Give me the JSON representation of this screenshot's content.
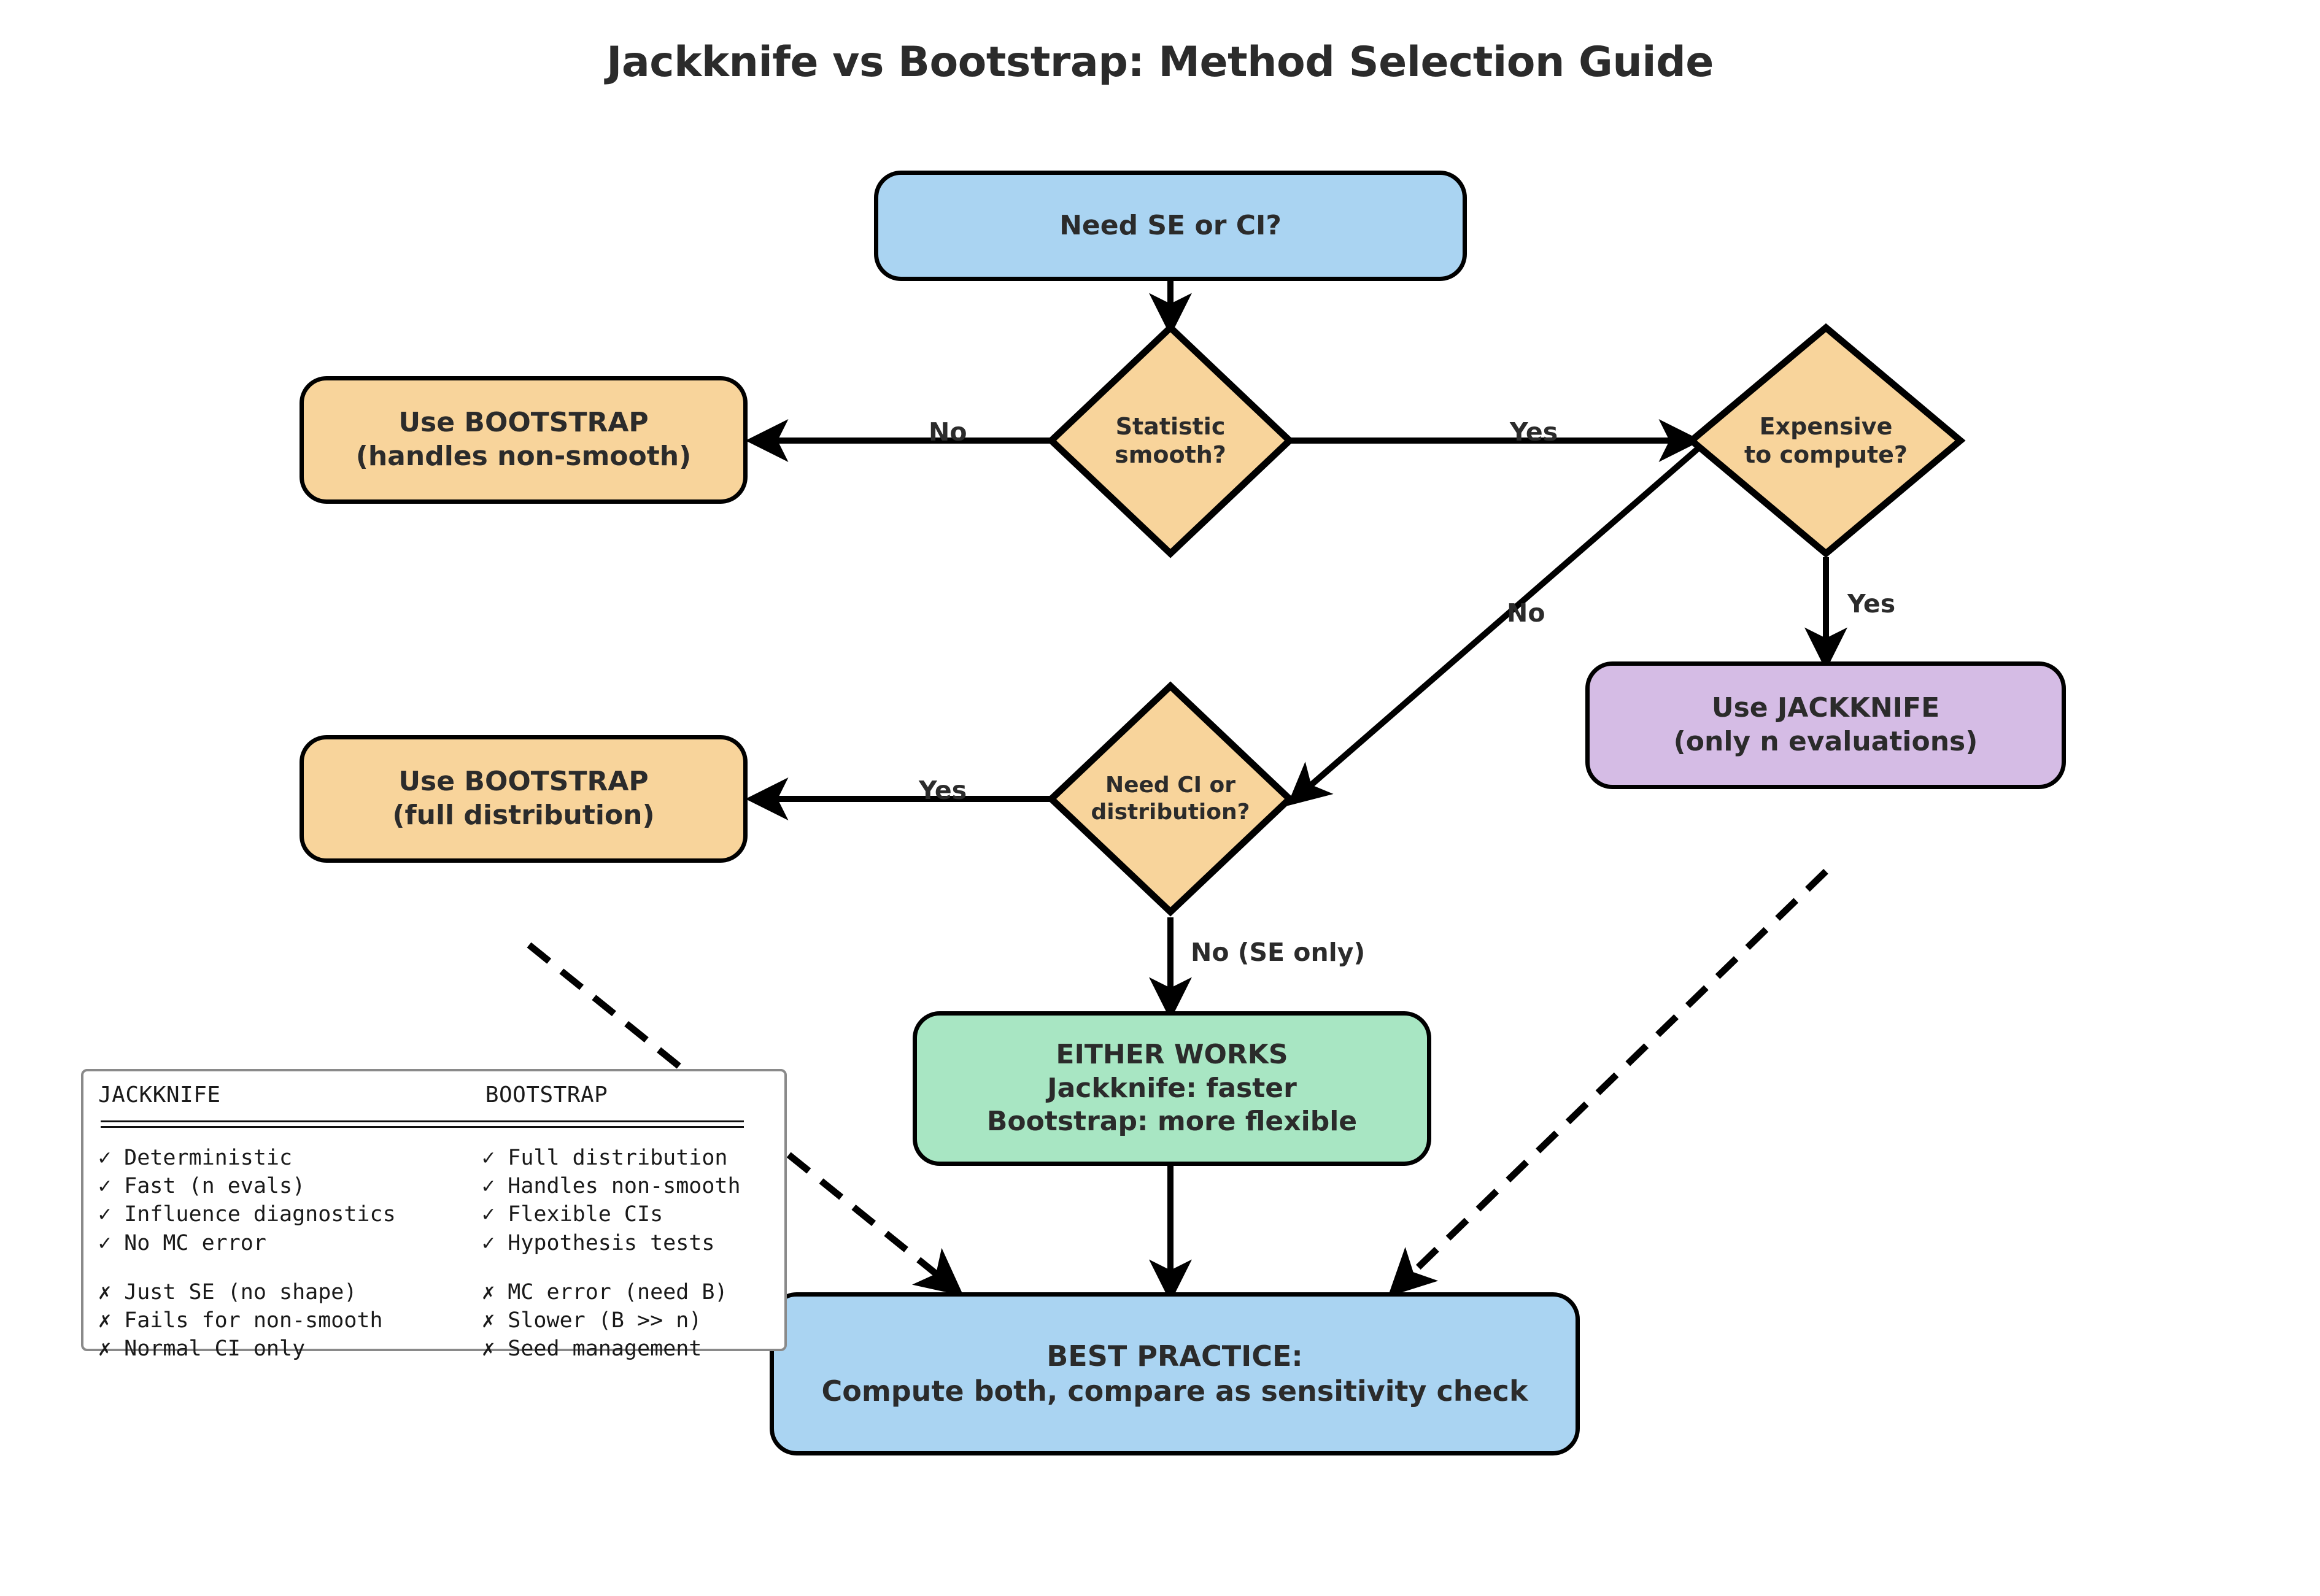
{
  "title": "Jackknife vs Bootstrap: Method Selection Guide",
  "colors": {
    "blue": "#AAD4F2",
    "peach": "#F8D49B",
    "purple": "#D5BCE5",
    "green": "#A8E6C3",
    "stroke": "#000000",
    "text": "#2b2b2b",
    "legend_border": "#8a8a8a"
  },
  "nodes": {
    "start": {
      "label": "Need SE or CI?",
      "shape": "rounded-rect",
      "color": "#AAD4F2"
    },
    "smooth": {
      "label": "Statistic\nsmooth?",
      "shape": "diamond",
      "color": "#F8D49B"
    },
    "expensive": {
      "label": "Expensive\nto compute?",
      "shape": "diamond",
      "color": "#F8D49B"
    },
    "bootstrap_nonsmooth": {
      "label": "Use BOOTSTRAP\n(handles non-smooth)",
      "shape": "rounded-rect",
      "color": "#F8D49B"
    },
    "jackknife": {
      "label": "Use JACKKNIFE\n(only n evaluations)",
      "shape": "rounded-rect",
      "color": "#D5BCE5"
    },
    "need_ci": {
      "label": "Need CI or\ndistribution?",
      "shape": "diamond",
      "color": "#F8D49B"
    },
    "bootstrap_full": {
      "label": "Use BOOTSTRAP\n(full distribution)",
      "shape": "rounded-rect",
      "color": "#F8D49B"
    },
    "either_works": {
      "label": "EITHER WORKS\nJackknife: faster\nBootstrap: more flexible",
      "shape": "rounded-rect",
      "color": "#A8E6C3"
    },
    "best_practice": {
      "label": "BEST PRACTICE:\nCompute both, compare as sensitivity check",
      "shape": "rounded-rect",
      "color": "#AAD4F2"
    }
  },
  "edges": [
    {
      "from": "start",
      "to": "smooth",
      "label": ""
    },
    {
      "from": "smooth",
      "to": "bootstrap_nonsmooth",
      "label": "No"
    },
    {
      "from": "smooth",
      "to": "expensive",
      "label": "Yes"
    },
    {
      "from": "expensive",
      "to": "jackknife",
      "label": "Yes"
    },
    {
      "from": "expensive",
      "to": "need_ci",
      "label": "No"
    },
    {
      "from": "need_ci",
      "to": "bootstrap_full",
      "label": "Yes"
    },
    {
      "from": "need_ci",
      "to": "either_works",
      "label": "No (SE only)"
    },
    {
      "from": "either_works",
      "to": "best_practice",
      "label": ""
    },
    {
      "from": "legend",
      "to": "best_practice",
      "label": "",
      "style": "dashed"
    },
    {
      "from": "jackknife",
      "to": "best_practice",
      "label": "",
      "style": "dashed"
    }
  ],
  "edge_labels": {
    "smooth_no": "No",
    "smooth_yes": "Yes",
    "expensive_no": "No",
    "expensive_yes": "Yes",
    "needci_yes": "Yes",
    "needci_no": "No (SE only)"
  },
  "legend": {
    "col_headers": [
      "JACKKNIFE",
      "BOOTSTRAP"
    ],
    "pros": [
      {
        "jackknife": "✓ Deterministic",
        "bootstrap": "✓ Full distribution"
      },
      {
        "jackknife": "✓ Fast (n evals)",
        "bootstrap": "✓ Handles non-smooth"
      },
      {
        "jackknife": "✓ Influence diagnostics",
        "bootstrap": "✓ Flexible CIs"
      },
      {
        "jackknife": "✓ No MC error",
        "bootstrap": "✓ Hypothesis tests"
      }
    ],
    "cons": [
      {
        "jackknife": "✗ Just SE (no shape)",
        "bootstrap": "✗ MC error (need B)"
      },
      {
        "jackknife": "✗ Fails for non-smooth",
        "bootstrap": "✗ Slower (B >> n)"
      },
      {
        "jackknife": "✗ Normal CI only",
        "bootstrap": "✗ Seed management"
      }
    ]
  }
}
